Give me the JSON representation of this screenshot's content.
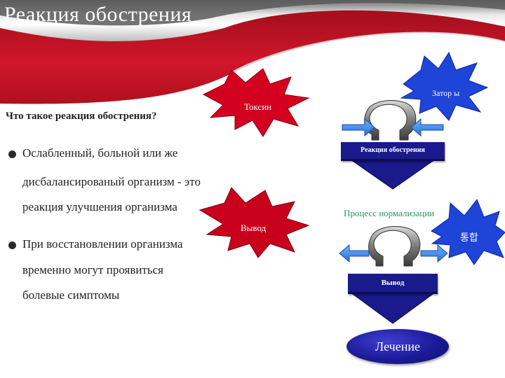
{
  "title": "Реакция обострения",
  "question": "Что такое реакция обострения?",
  "bullets": {
    "first": [
      "Ослабленный, больной или же",
      "дисбалансированый организм - это",
      "реакция улучшения организма"
    ],
    "second": [
      "При восстановлении организма",
      "временно могут проявиться",
      "болевые симптомы"
    ]
  },
  "bursts": {
    "toxin": "Токсин",
    "blockages": "Затор ы",
    "output": "Вывод",
    "integration": "통합"
  },
  "diagram": {
    "top_box": "Реакция обострения",
    "process_label": "Процесс нормализации",
    "bottom_box": "Вывод",
    "result": "Лечение"
  },
  "colors": {
    "header_red": "#c8102e",
    "blue": "#1a1a8c",
    "burst_red": "#d4001f",
    "burst_blue": "#1e44d8",
    "green": "#1a9a5a"
  }
}
